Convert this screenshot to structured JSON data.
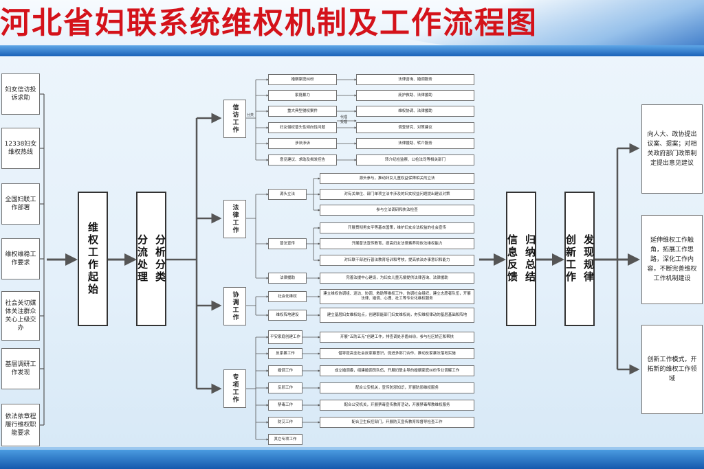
{
  "title": "河北省妇联系统维权机制及工作流程图",
  "sources": [
    "妇女信访投诉求助",
    "12338妇女维权热线",
    "全国妇联工作部署",
    "维权维稳工作要求",
    "社会关切媒体关注群众关心上级交办",
    "基层调研工作发现",
    "依法依章程履行维权职能要求"
  ],
  "stage1": "维权工作起始",
  "stage2a": "分析分类",
  "stage2b": "分流处理",
  "stage3a": "归纳总结",
  "stage3b": "信息反馈",
  "stage4a": "发现规律",
  "stage4b": "创新工作",
  "categories": {
    "xinfang": "信访工作",
    "falv": "法律工作",
    "xietiao": "协调工作",
    "zhuanxiang": "专项工作"
  },
  "labels": {
    "fenlei": "分类",
    "daili1": "代理",
    "daili2": "受理"
  },
  "xinfang_items": [
    "婚姻家庭纠纷",
    "家庭暴力",
    "重大典型侵权案件",
    "妇女侵权普头性倾向性问题",
    "涉法涉诉",
    "意见建议、求助及揭发控告"
  ],
  "xinfang_results": [
    "法律咨询、婚调服务",
    "庇护救助、法律援助",
    "维权协调、法律援助",
    "调查研究、对策建议",
    "法律援助、转介服务",
    "转介纪检监察、公检法司等相关部门"
  ],
  "falv_sub": [
    "源头立法",
    "普法宣传",
    "法律援助"
  ],
  "falv_results": [
    "源头参与，推动妇女儿童权益保障相关的立法",
    "对有关单位、部门单项立法中涉及的妇女权益问题提出建议对策",
    "参与立法调研和执法检查",
    "开展贯彻男女平等基本国策，维护妇女合法权益的社会宣传",
    "开展普法宣传教育，提高妇女法律素养和依法维权能力",
    "对妇联干部进行普法教育培训和考核，提高依法办事意识和能力",
    "完善法援中心建设，为妇女儿童无偿提供法律咨询、法律援助"
  ],
  "xietiao_sub": [
    "社会化维权",
    "维权阵地建设"
  ],
  "xietiao_results": [
    "建立维权协调组、巡访、协调、救助等维权工作，协调社会组织，建立志愿者队伍，开展法律、婚调、心理、社工等专业化维权服务",
    "建立基层妇女维权站点，创建职能部门妇女维权岗，夯实维权律动的基层基础和阵地"
  ],
  "zhuanxiang_sub": [
    "平安家庭创建工作",
    "反家暴工作",
    "婚调工作",
    "反邪工作",
    "禁毒工作",
    "防艾工作",
    "其它专项工作"
  ],
  "zhuanxiang_results": [
    "开展“五防五无”创建工作，排查调处矛盾纠纷，参与社区矫正和帮扶",
    "倡导提高全社会反家暴意识，促进多部门合作，推动反家暴法落地实施",
    "成立婚调委，组建婚调员队伍，开展妇联主导的婚姻家庭纠纷专业调解工作",
    "配合公安机关，宣传防邪知识，开展防邪维权服务",
    "配合公安机关，开展禁毒宣传教育活动，开展禁毒帮教维权服务",
    "配合卫生疾控部门，开展防艾宣传教育和督导检查工作"
  ],
  "outputs": [
    "向人大、政协提出议案、提案；对相关政府部门政策制定提出意见建议",
    "延伸维权工作触角，拓展工作思路，深化工作内容，不断完善维权工作机制建设",
    "创新工作模式，开拓新的维权工作领域"
  ],
  "colors": {
    "title": "#d4121a",
    "band": "#1a62b8"
  }
}
